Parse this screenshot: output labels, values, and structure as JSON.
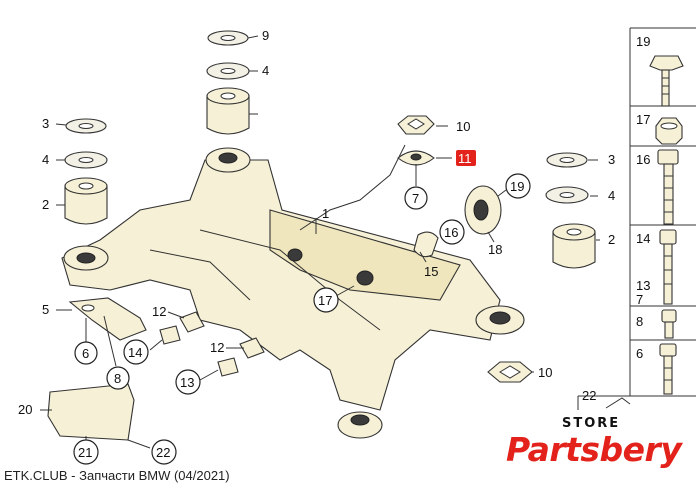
{
  "diagram": {
    "callouts": {
      "c_9": "9",
      "c_4a": "4",
      "c_3a": "3",
      "c_4b": "4",
      "c_2a": "2",
      "c_5": "5",
      "c_6": "6",
      "c_8": "8",
      "c_14a": "14",
      "c_12a": "12",
      "c_12b": "12",
      "c_13a": "13",
      "c_1": "1",
      "c_17a": "17",
      "c_10a": "10",
      "c_11": "11",
      "c_7a": "7",
      "c_16a": "16",
      "c_15": "15",
      "c_18": "18",
      "c_19a": "19",
      "c_3b": "3",
      "c_4c": "4",
      "c_2b": "2",
      "c_10b": "10",
      "c_20": "20",
      "c_21": "21",
      "c_22a": "22",
      "c_22b": "22",
      "s_19": "19",
      "s_17": "17",
      "s_16": "16",
      "s_14": "14",
      "s_13": "13",
      "s_7": "7",
      "s_8": "8",
      "s_6": "6"
    }
  },
  "caption": "ETK.CLUB - Запчасти BMW (04/2021)",
  "brand": {
    "store": "STORE",
    "name": "Partsbery",
    "color": "#e3231b"
  },
  "highlight_color": "#e3231b"
}
